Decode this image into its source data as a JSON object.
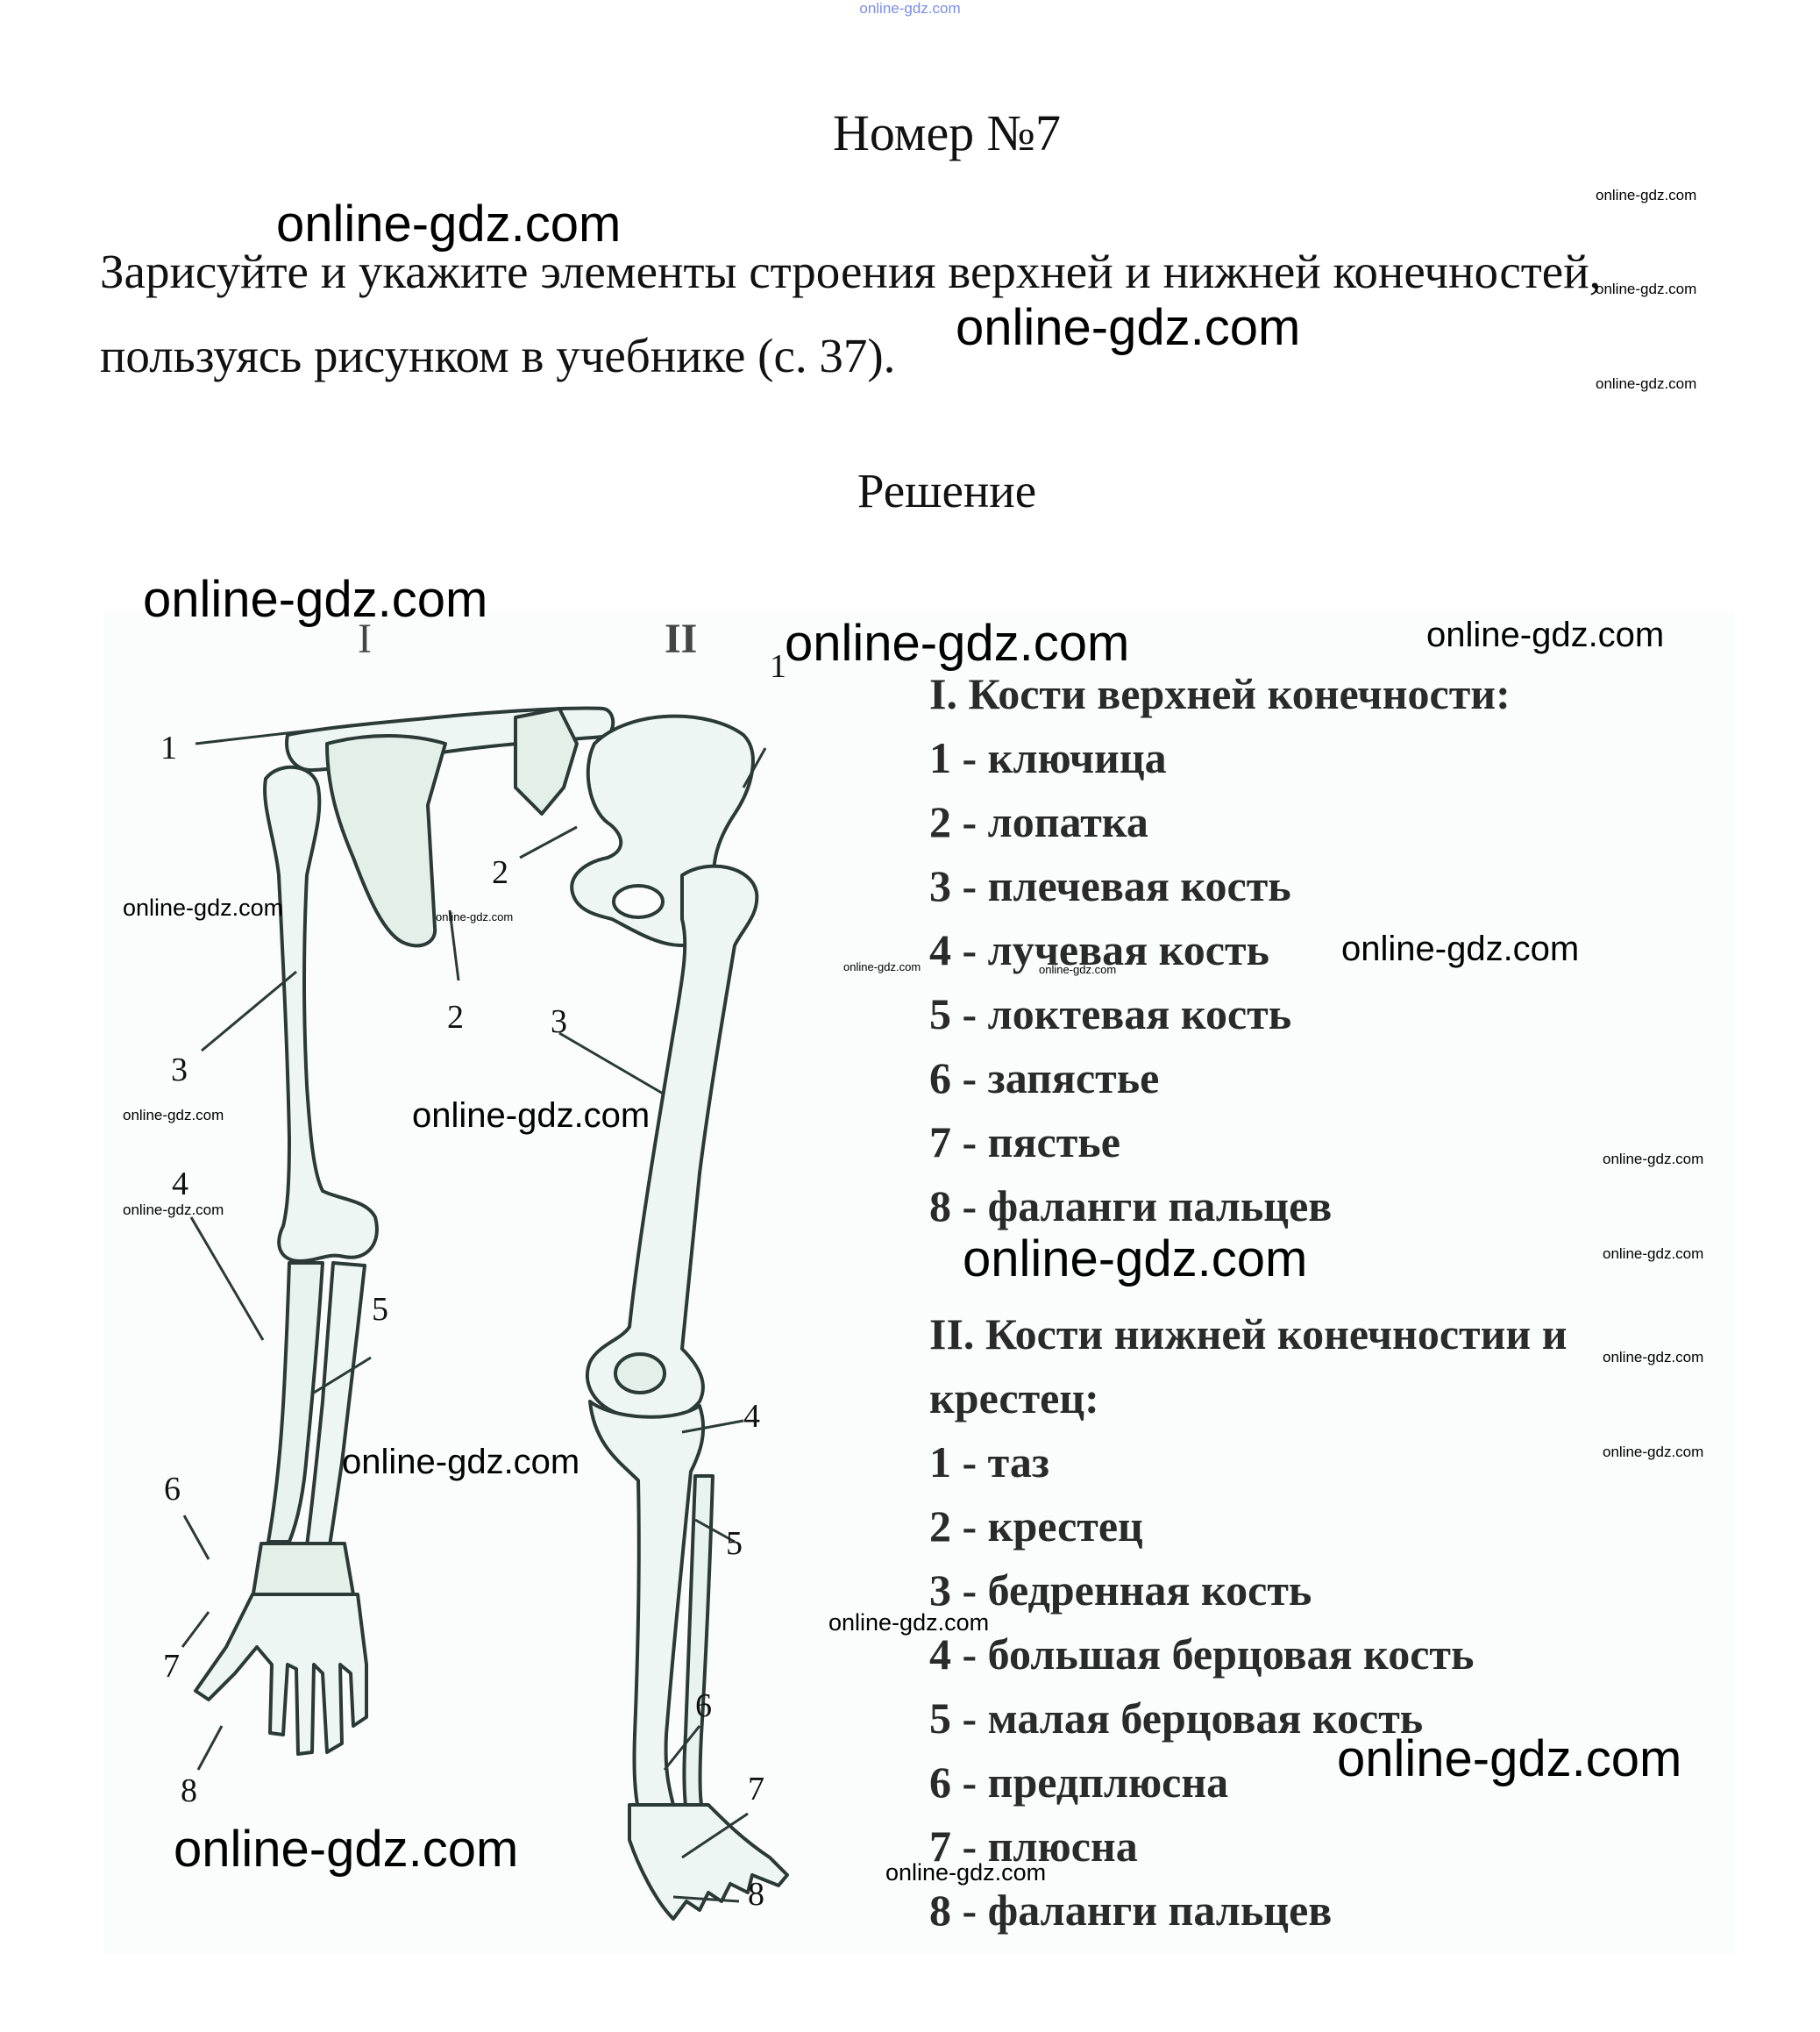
{
  "top_watermark": "online-gdz.com",
  "title": "Номер №7",
  "task": {
    "line1": "Зарисуйте и укажите элементы строения верхней и нижней конечностей,",
    "line2": "пользуясь рисунком в учебнике (с. 37)."
  },
  "solution_heading": "Решение",
  "figure": {
    "label_I": "I",
    "label_II": "II",
    "arm_numbers": [
      "1",
      "2",
      "3",
      "4",
      "5",
      "6",
      "7",
      "8"
    ],
    "leg_numbers": [
      "1",
      "2",
      "3",
      "4",
      "5",
      "6",
      "7",
      "8"
    ]
  },
  "legend": {
    "upper_title": "I. Кости верхней конечности:",
    "upper_items": [
      "1 - ключица",
      "2 - лопатка",
      "3 - плечевая кость",
      "4 - лучевая кость",
      "5 - локтевая кость",
      "6 - запястье",
      "7 - пястье",
      "8 - фаланги пальцев"
    ],
    "lower_title_1": "II. Кости нижней конечностии и",
    "lower_title_2": "крестец:",
    "lower_items": [
      "1 - таз",
      "2 - крестец",
      "3 - бедренная кость",
      "4 - большая берцовая кость",
      "5 - малая берцовая кость",
      "6 - предплюсна",
      "7 - плюсна",
      "8 - фаланги пальцев"
    ]
  },
  "watermark": "online-gdz.com"
}
